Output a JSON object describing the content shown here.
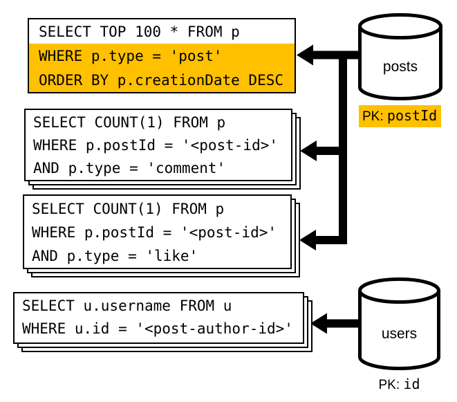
{
  "colors": {
    "highlight": "#FFC000",
    "line": "#000000",
    "background": "#FFFFFF"
  },
  "queries": [
    {
      "name": "top-posts-query",
      "stacked": false,
      "lines": [
        {
          "text": "SELECT TOP 100 * FROM p",
          "highlighted": false
        },
        {
          "text": "WHERE p.type = 'post'",
          "highlighted": true
        },
        {
          "text": "ORDER BY p.creationDate DESC",
          "highlighted": true
        }
      ]
    },
    {
      "name": "comment-count-query",
      "stacked": true,
      "lines": [
        {
          "text": "SELECT COUNT(1) FROM p",
          "highlighted": false
        },
        {
          "text": "WHERE p.postId = '<post-id>'",
          "highlighted": false
        },
        {
          "text": "AND p.type = 'comment'",
          "highlighted": false
        }
      ]
    },
    {
      "name": "like-count-query",
      "stacked": true,
      "lines": [
        {
          "text": "SELECT COUNT(1) FROM p",
          "highlighted": false
        },
        {
          "text": "WHERE p.postId = '<post-id>'",
          "highlighted": false
        },
        {
          "text": "AND p.type = 'like'",
          "highlighted": false
        }
      ]
    },
    {
      "name": "username-query",
      "stacked": true,
      "lines": [
        {
          "text": "SELECT u.username FROM u",
          "highlighted": false
        },
        {
          "text": "WHERE u.id = '<post-author-id>'",
          "highlighted": false
        }
      ]
    }
  ],
  "databases": [
    {
      "label": "posts",
      "pk_prefix": "PK: ",
      "pk_value": "postId",
      "pk_highlighted": true,
      "icon": "database-cylinder-icon"
    },
    {
      "label": "users",
      "pk_prefix": "PK: ",
      "pk_value": "id",
      "pk_highlighted": false,
      "icon": "database-cylinder-icon"
    }
  ],
  "icons": {
    "arrow": "thick-left-arrow-icon"
  }
}
